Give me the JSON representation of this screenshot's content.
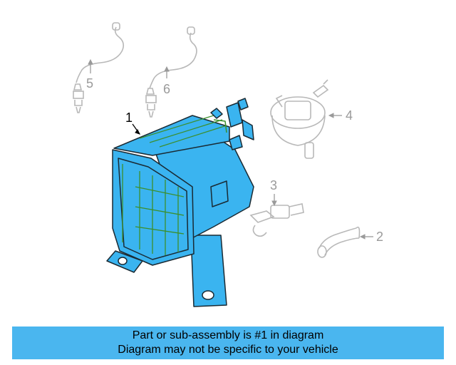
{
  "diagram": {
    "callouts": [
      {
        "id": "1",
        "label": "1",
        "highlighted": true
      },
      {
        "id": "2",
        "label": "2",
        "highlighted": false
      },
      {
        "id": "3",
        "label": "3",
        "highlighted": false
      },
      {
        "id": "4",
        "label": "4",
        "highlighted": false
      },
      {
        "id": "5",
        "label": "5",
        "highlighted": false
      },
      {
        "id": "6",
        "label": "6",
        "highlighted": false
      }
    ],
    "colors": {
      "highlight_fill": "#3ab4f0",
      "highlight_stroke": "#1a2a33",
      "accent_green": "#3c8f2c",
      "other_parts_stroke": "#b8b8b8",
      "callout_gray": "#9a9a9a"
    }
  },
  "banner": {
    "line1": "Part or sub-assembly is #1 in diagram",
    "line2": "Diagram may not be specific to your vehicle",
    "background": "#4ab6ef"
  }
}
